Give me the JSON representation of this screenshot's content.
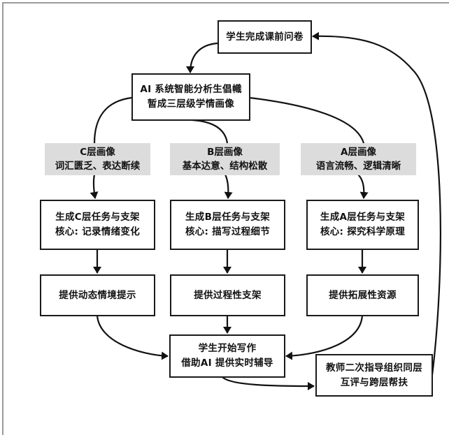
{
  "diagram": {
    "nodes": {
      "questionnaire": {
        "lines": [
          "学生完成课前问卷"
        ]
      },
      "ai_analysis": {
        "lines": [
          "AI 系统智能分析生倡幟",
          "暂成三层级学情画像"
        ]
      },
      "profile_c": {
        "lines": [
          "C层画像",
          "词汇匮乏、表达断续"
        ]
      },
      "profile_b": {
        "lines": [
          "B层画像",
          "基本达意、结构松散"
        ]
      },
      "profile_a": {
        "lines": [
          "A层画像",
          "语言流畅、逻辑清晰"
        ]
      },
      "task_c": {
        "lines": [
          "生成C层任务与支架",
          "核心: 记录情绪变化"
        ]
      },
      "task_b": {
        "lines": [
          "生成B层任务与支架",
          "核心: 描写过程细节"
        ]
      },
      "task_a": {
        "lines": [
          "生成A层任务与支架",
          "核心: 探究科学原理"
        ]
      },
      "support_c": {
        "lines": [
          "提供动态情境提示"
        ]
      },
      "support_b": {
        "lines": [
          "提供过程性支架"
        ]
      },
      "support_a": {
        "lines": [
          "提供拓展性资源"
        ]
      },
      "writing": {
        "lines": [
          "学生开始写作",
          "借助AI 提供实时辅导"
        ]
      },
      "teacher": {
        "lines": [
          "教师二次指导组织同层",
          "互评与跨层帮扶"
        ]
      }
    },
    "edges": [
      {
        "from": "questionnaire",
        "to": "ai_analysis"
      },
      {
        "from": "ai_analysis",
        "to": "profile_c"
      },
      {
        "from": "ai_analysis",
        "to": "profile_b"
      },
      {
        "from": "ai_analysis",
        "to": "profile_a"
      },
      {
        "from": "profile_c",
        "to": "task_c"
      },
      {
        "from": "profile_b",
        "to": "task_b"
      },
      {
        "from": "profile_a",
        "to": "task_a"
      },
      {
        "from": "task_c",
        "to": "support_c"
      },
      {
        "from": "task_b",
        "to": "support_b"
      },
      {
        "from": "task_a",
        "to": "support_a"
      },
      {
        "from": "support_c",
        "to": "writing"
      },
      {
        "from": "support_b",
        "to": "writing"
      },
      {
        "from": "support_a",
        "to": "writing"
      },
      {
        "from": "writing",
        "to": "teacher"
      },
      {
        "from": "teacher",
        "to": "questionnaire"
      }
    ],
    "colors": {
      "stroke": "#111111",
      "label_fill": "#dcdcdc",
      "frame": "#9a9a9a"
    }
  }
}
